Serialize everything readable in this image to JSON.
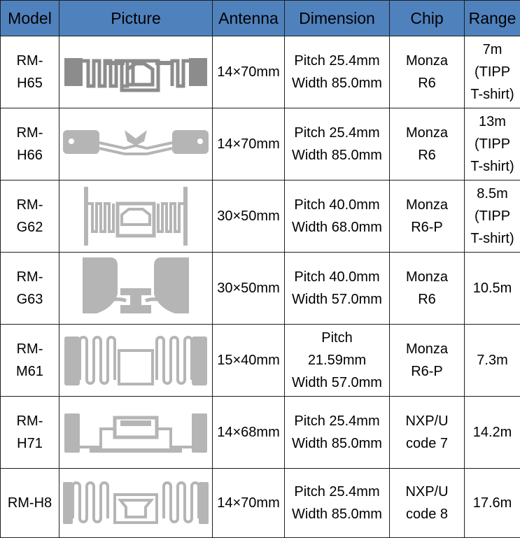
{
  "header": {
    "model": "Model",
    "picture": "Picture",
    "antenna": "Antenna",
    "dimension": "Dimension",
    "chip": "Chip",
    "range": "Range"
  },
  "rows": [
    {
      "model": "RM-\nH65",
      "antenna": "14×70mm",
      "dimension": "Pitch 25.4mm\nWidth 85.0mm",
      "chip": "Monza\nR6",
      "range": "7m\n(TIPP\nT-shirt)",
      "picture_icon": "rfid-inlay-h65-icon"
    },
    {
      "model": "RM-\nH66",
      "antenna": "14×70mm",
      "dimension": "Pitch 25.4mm\nWidth 85.0mm",
      "chip": "Monza\nR6",
      "range": "13m\n(TIPP\nT-shirt)",
      "picture_icon": "rfid-inlay-h66-icon"
    },
    {
      "model": "RM-\nG62",
      "antenna": "30×50mm",
      "dimension": "Pitch 40.0mm\nWidth 68.0mm",
      "chip": "Monza\nR6-P",
      "range": "8.5m\n(TIPP\nT-shirt)",
      "picture_icon": "rfid-inlay-g62-icon"
    },
    {
      "model": "RM-\nG63",
      "antenna": "30×50mm",
      "dimension": "Pitch 40.0mm\nWidth 57.0mm",
      "chip": "Monza\nR6",
      "range": "10.5m",
      "picture_icon": "rfid-inlay-g63-icon"
    },
    {
      "model": "RM-\nM61",
      "antenna": "15×40mm",
      "dimension": "Pitch\n21.59mm\nWidth 57.0mm",
      "chip": "Monza\nR6-P",
      "range": "7.3m",
      "picture_icon": "rfid-inlay-m61-icon"
    },
    {
      "model": "RM-\nH71",
      "antenna": "14×68mm",
      "dimension": "Pitch 25.4mm\nWidth 85.0mm",
      "chip": "NXP/U\ncode 7",
      "range": "14.2m",
      "picture_icon": "rfid-inlay-h71-icon"
    },
    {
      "model": "RM-H8",
      "antenna": "14×70mm",
      "dimension": "Pitch 25.4mm\nWidth 85.0mm",
      "chip": "NXP/U\ncode 8",
      "range": "17.6m",
      "picture_icon": "rfid-inlay-h8-icon"
    }
  ],
  "colors": {
    "header_bg": "#4f81bd",
    "border": "#1f1f1f",
    "inlay_dark": "#8c8c8c",
    "inlay_light": "#b5b5b5"
  }
}
